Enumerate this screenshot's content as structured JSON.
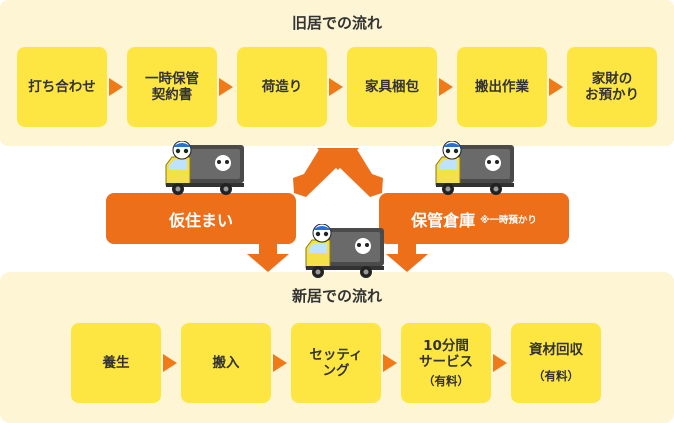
{
  "old_flow": {
    "title": "旧居での流れ",
    "steps": [
      {
        "line1": "打ち合わせ",
        "line2": ""
      },
      {
        "line1": "一時保管",
        "line2": "契約書"
      },
      {
        "line1": "荷造り",
        "line2": ""
      },
      {
        "line1": "家具梱包",
        "line2": ""
      },
      {
        "line1": "搬出作業",
        "line2": ""
      },
      {
        "line1": "家財の",
        "line2": "お預かり"
      }
    ]
  },
  "middle": {
    "temporary_housing": "仮住まい",
    "storage": "保管倉庫",
    "storage_note": "※一時預かり"
  },
  "new_flow": {
    "title": "新居での流れ",
    "steps": [
      {
        "line1": "養生",
        "line2": "",
        "sub": ""
      },
      {
        "line1": "搬入",
        "line2": "",
        "sub": ""
      },
      {
        "line1": "セッティ",
        "line2": "ング",
        "sub": ""
      },
      {
        "line1": "10分間",
        "line2": "サービス",
        "sub": "（有料）"
      },
      {
        "line1": "資材回収",
        "line2": "",
        "sub": "（有料）"
      }
    ]
  },
  "colors": {
    "panel": "#fdf5d3",
    "step": "#fde642",
    "accent": "#ee6f1a",
    "arrow": "#f07a18"
  }
}
